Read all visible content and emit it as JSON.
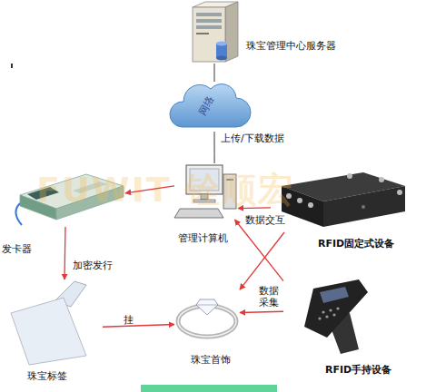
{
  "diagram": {
    "nodes": [
      {
        "text": [
          "珠宝管理中心服务器"
        ]
      },
      {
        "text": [
          "网络"
        ]
      },
      {
        "text": [
          "管理计算机"
        ]
      },
      {
        "text": [
          "发卡器"
        ]
      },
      {
        "text": [
          "RFID固定式设备"
        ]
      },
      {
        "text": [
          "珠宝标签"
        ]
      },
      {
        "text": [
          "珠宝首饰"
        ]
      },
      {
        "text": [
          "RFID手持设备"
        ]
      }
    ],
    "edges": [
      {
        "from": 0,
        "to": 1,
        "arrow": "none"
      },
      {
        "from": 1,
        "to": 2,
        "label": "上传/下载数据",
        "arrow": "none"
      },
      {
        "from": 2,
        "to": 3,
        "arrow": "to"
      },
      {
        "from": 4,
        "to": 2,
        "label": "数据交互",
        "arrow": "to"
      },
      {
        "from": 3,
        "to": 5,
        "label": "加密发行",
        "arrow": "to"
      },
      {
        "from": 5,
        "to": 6,
        "label": "挂",
        "arrow": "to"
      },
      {
        "from": 4,
        "to": 6,
        "arrow": "to"
      },
      {
        "from": 7,
        "to": 2,
        "arrow": "to"
      },
      {
        "from": 7,
        "to": 6,
        "label": "数据采集",
        "arrow": "to"
      }
    ],
    "labels": [
      "FUWIT 铨顺宏"
    ]
  }
}
